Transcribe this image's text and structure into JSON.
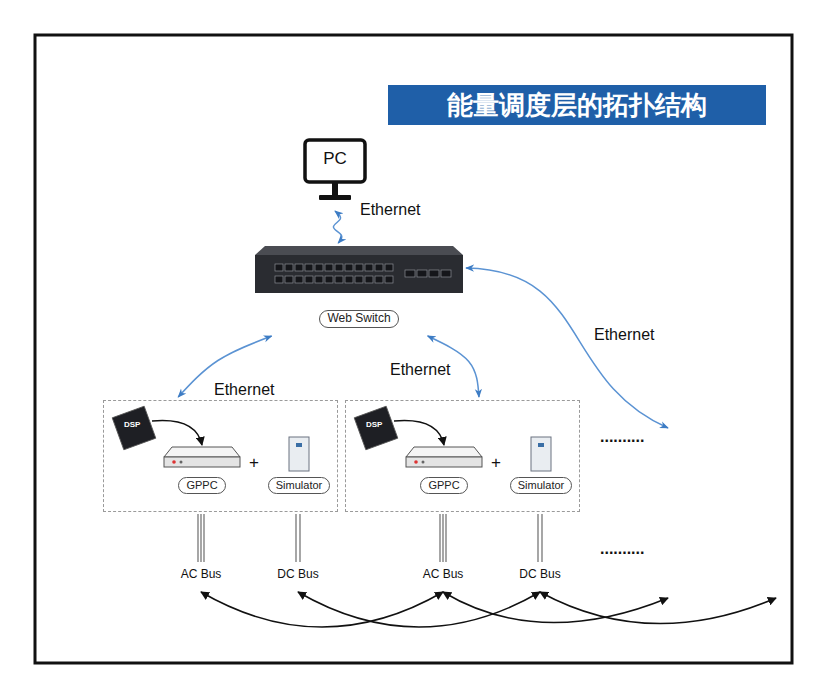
{
  "diagram": {
    "title": "能量调度层的拓扑结构",
    "nodes": [
      {
        "text": [
          "PC"
        ]
      },
      {
        "text": [
          "Web Switch"
        ]
      },
      {
        "text": [
          "DSP",
          "+"
        ]
      },
      {
        "text": [
          "GPPC"
        ],
        "in": 2
      },
      {
        "text": [
          "Simulator"
        ],
        "in": 2
      },
      {
        "text": [
          "DSP",
          "+"
        ]
      },
      {
        "text": [
          "GPPC"
        ],
        "in": 5
      },
      {
        "text": [
          "Simulator"
        ],
        "in": 5
      }
    ],
    "edges": [
      {
        "from": 0,
        "to": 1,
        "label": "Ethernet",
        "arrow": "both"
      },
      {
        "from": 1,
        "to": 2,
        "label": "Ethernet",
        "arrow": "both"
      },
      {
        "from": 1,
        "to": 5,
        "label": "Ethernet",
        "arrow": "both"
      }
    ],
    "labels": [
      "Ethernet",
      "..........",
      "..........",
      "AC Bus",
      "DC Bus",
      "AC Bus",
      "DC Bus"
    ]
  }
}
